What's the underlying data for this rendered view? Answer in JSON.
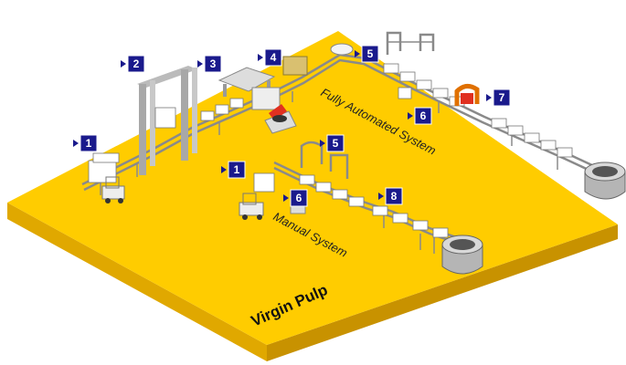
{
  "floor": {
    "color": "#FFCC00",
    "edge_color": "#E0A800",
    "label": "Virgin Pulp"
  },
  "systems": {
    "fully_automated": "Fully Automated System",
    "manual": "Manual System"
  },
  "callouts": {
    "c1a": "1",
    "c2": "2",
    "c3": "3",
    "c4": "4",
    "c5a": "5",
    "c6a": "6",
    "c7": "7",
    "c1b": "1",
    "c5b": "5",
    "c6b": "6",
    "c8": "8"
  },
  "colors": {
    "callout": "#1A1A8C",
    "red_unit": "#E03020",
    "pulper": "#9A9A9A"
  }
}
